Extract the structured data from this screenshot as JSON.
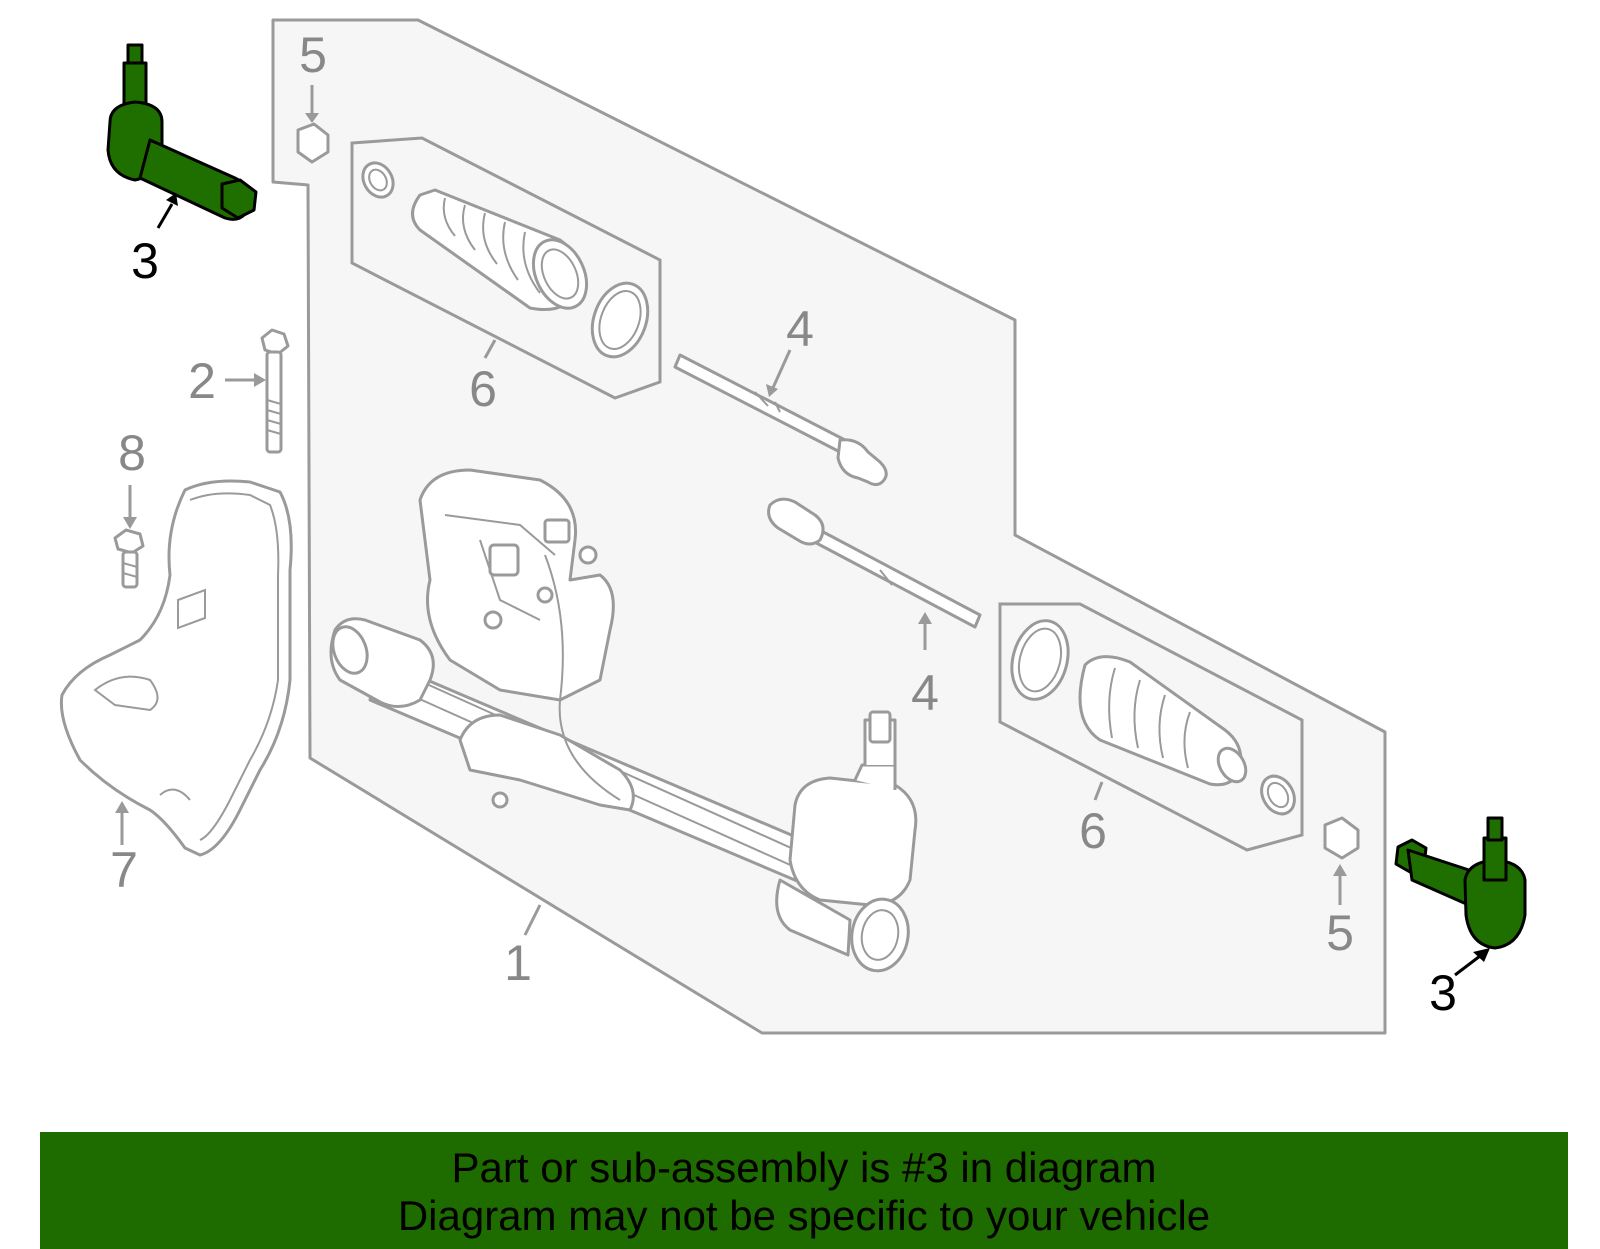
{
  "callouts": {
    "c1": "1",
    "c2": "2",
    "c3_top": "3",
    "c3_bottom": "3",
    "c4_top": "4",
    "c4_bottom": "4",
    "c5_top": "5",
    "c5_bottom": "5",
    "c6_top": "6",
    "c6_bottom": "6",
    "c7": "7",
    "c8": "8"
  },
  "banner": {
    "line1": "Part or sub-assembly is #3 in diagram",
    "line2": "Diagram may not be specific to your vehicle"
  },
  "colors": {
    "highlight": "#1f6e00",
    "banner": "#1e6c00",
    "outline": "#9a9a9a",
    "group_fill": "#f6f6f6"
  }
}
